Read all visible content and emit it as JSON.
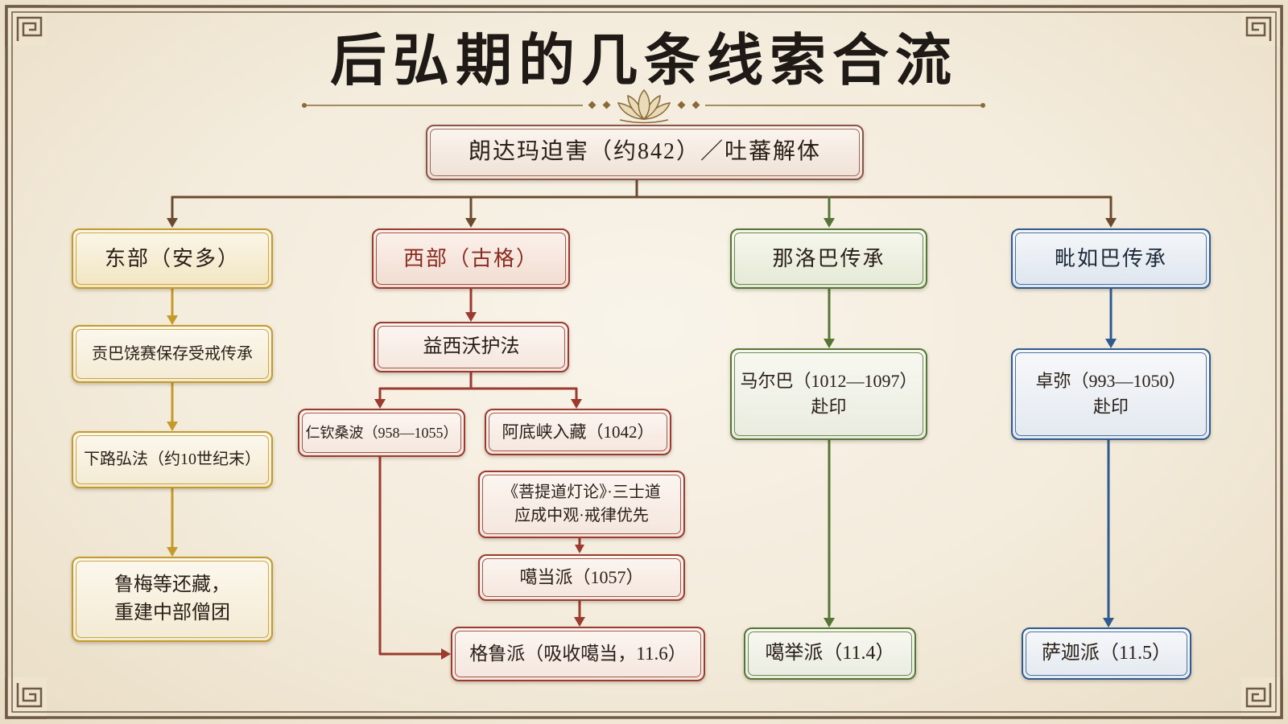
{
  "title": "后弘期的几条线索合流",
  "root": {
    "label": "朗达玛迫害（约842）／吐蕃解体"
  },
  "east": {
    "header": "东部（安多）",
    "gongpa_rabsel": "贡巴饶赛保存受戒传承",
    "lower_spread": "下路弘法（约10世纪末）",
    "lume": [
      "鲁梅等还藏，",
      "重建中部僧团"
    ]
  },
  "west": {
    "header": "西部（古格）",
    "yeshe_o": "益西沃护法",
    "rinchen_zangpo": "仁钦桑波（958—1055）",
    "atisha": "阿底峡入藏（1042）",
    "lamp": [
      "《菩提道灯论》·三士道",
      "应成中观·戒律优先"
    ],
    "kadam": "噶当派（1057）",
    "gelug": "格鲁派（吸收噶当，11.6）"
  },
  "naropa": {
    "header": "那洛巴传承",
    "marpa": [
      "马尔巴（1012—1097）",
      "赴印"
    ],
    "kagyu": "噶举派（11.4）"
  },
  "virupa": {
    "header": "毗如巴传承",
    "drogmi": [
      "卓弥（993—1050）",
      "赴印"
    ],
    "sakya": "萨迦派（11.5）"
  },
  "colors": {
    "frame": "#6e5a45",
    "ornament": "#8a6a3a",
    "connector": "#6b4a30",
    "root": "#8b5444",
    "east": "#c49a2a",
    "west": "#9b3a2f",
    "naropa": "#557536",
    "virupa": "#2f5a8f"
  },
  "icons": {
    "title_ornament": "lotus-icon",
    "frame_corners": "fret-corner-icon",
    "connectors": "arrow-icon"
  }
}
